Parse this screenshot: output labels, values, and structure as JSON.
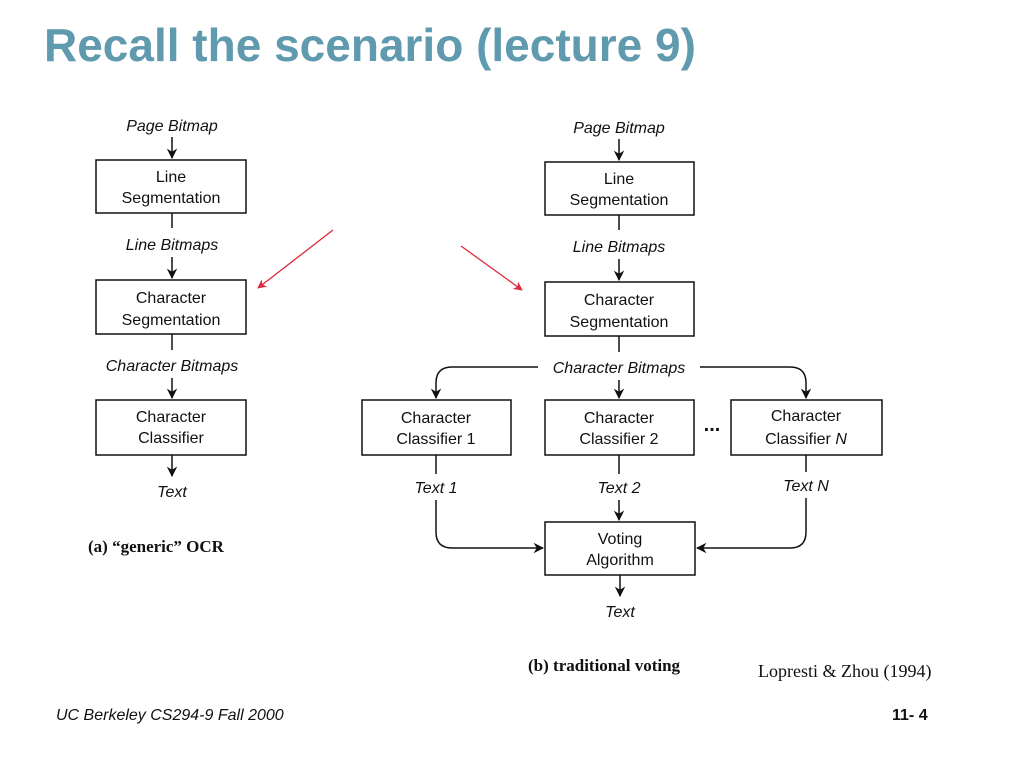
{
  "slide": {
    "title": "Recall the scenario (lecture 9)",
    "footer_left": "UC Berkeley CS294-9 Fall 2000",
    "footer_right": "11- 4",
    "citation": "Lopresti & Zhou (1994)"
  },
  "colors": {
    "title": "#5f9aae",
    "callout": "#e0283c",
    "ink": "#111111"
  },
  "diagram_a": {
    "caption": "(a)  “generic” OCR",
    "labels": {
      "page_bitmap": "Page Bitmap",
      "line_bitmaps": "Line Bitmaps",
      "char_bitmaps": "Character Bitmaps",
      "text": "Text"
    },
    "nodes": {
      "line_seg": [
        "Line",
        "Segmentation"
      ],
      "char_seg": [
        "Character",
        "Segmentation"
      ],
      "classifier": [
        "Character",
        "Classifier"
      ]
    }
  },
  "diagram_b": {
    "caption": "(b)  traditional voting",
    "labels": {
      "page_bitmap": "Page Bitmap",
      "line_bitmaps": "Line Bitmaps",
      "char_bitmaps": "Character Bitmaps",
      "text1": "Text 1",
      "text2": "Text 2",
      "textN": "Text ",
      "textN_var": "N",
      "text": "Text",
      "ellipsis": "..."
    },
    "nodes": {
      "line_seg": [
        "Line",
        "Segmentation"
      ],
      "char_seg": [
        "Character",
        "Segmentation"
      ],
      "classifier1": [
        "Character",
        "Classifier 1"
      ],
      "classifier2": [
        "Character",
        "Classifier 2"
      ],
      "classifierN": [
        "Character",
        "Classifier ",
        "N"
      ],
      "voting": [
        "Voting",
        "Algorithm"
      ]
    }
  }
}
